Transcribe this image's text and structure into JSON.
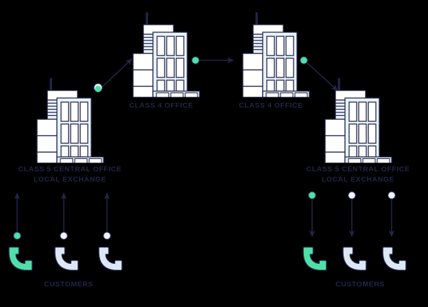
{
  "diagram": {
    "title": "Telephone network hierarchy diagram",
    "background_color": "#000000",
    "palette": {
      "text_navy": "#232447",
      "outline_navy": "#232447",
      "building_body": "#e8f2fa",
      "building_white": "#ffffff",
      "accent_teal": "#4fe0a8",
      "node_white": "#eef4fa",
      "phone_pale": "#dce9f4"
    },
    "nodes": [
      {
        "id": "class5-left",
        "label": "CLASS 5 CENTRAL OFFICE\nLOCAL EXCHANGE",
        "icon": "office-building-icon",
        "tier": "class-5"
      },
      {
        "id": "class4-left",
        "label": "CLASS 4 OFFICE",
        "icon": "office-building-icon",
        "tier": "class-4"
      },
      {
        "id": "class4-right",
        "label": "CLASS 4 OFFICE",
        "icon": "office-building-icon",
        "tier": "class-4"
      },
      {
        "id": "class5-right",
        "label": "CLASS 5 CENTRAL OFFICE\nLOCAL EXCHANGE",
        "icon": "office-building-icon",
        "tier": "class-5"
      },
      {
        "id": "customers-left",
        "label": "CUSTOMERS",
        "icon": "telephone-handset-icon",
        "tier": "customer",
        "count": 3
      },
      {
        "id": "customers-right",
        "label": "CUSTOMERS",
        "icon": "telephone-handset-icon",
        "tier": "customer",
        "count": 3
      }
    ],
    "connections": [
      {
        "id": "cust-left-1",
        "from": "customer-phone-1",
        "to": "class5-left",
        "direction": "up",
        "dot_color": "#4fe0a8"
      },
      {
        "id": "cust-left-2",
        "from": "customer-phone-2",
        "to": "class5-left",
        "direction": "up",
        "dot_color": "#eef4fa"
      },
      {
        "id": "cust-left-3",
        "from": "customer-phone-3",
        "to": "class5-left",
        "direction": "up",
        "dot_color": "#eef4fa"
      },
      {
        "id": "c5-to-c4-left",
        "from": "class5-left",
        "to": "class4-left",
        "direction": "up-right",
        "dot_color": "#4fe0a8"
      },
      {
        "id": "c4-to-c4",
        "from": "class4-left",
        "to": "class4-right",
        "direction": "right",
        "dot_color": "#4fe0a8"
      },
      {
        "id": "c4-to-c5-right",
        "from": "class4-right",
        "to": "class5-right",
        "direction": "down-right",
        "dot_color": "#4fe0a8"
      },
      {
        "id": "cust-right-1",
        "from": "class5-right",
        "to": "customer-phone-4",
        "direction": "down",
        "dot_color": "#4fe0a8"
      },
      {
        "id": "cust-right-2",
        "from": "class5-right",
        "to": "customer-phone-5",
        "direction": "down",
        "dot_color": "#eef4fa"
      },
      {
        "id": "cust-right-3",
        "from": "class5-right",
        "to": "customer-phone-6",
        "direction": "down",
        "dot_color": "#eef4fa"
      }
    ],
    "phones": [
      {
        "id": "customer-phone-1",
        "side": "left",
        "color": "#4fe0a8"
      },
      {
        "id": "customer-phone-2",
        "side": "left",
        "color": "#dce9f4"
      },
      {
        "id": "customer-phone-3",
        "side": "left",
        "color": "#dce9f4"
      },
      {
        "id": "customer-phone-4",
        "side": "right",
        "color": "#4fe0a8"
      },
      {
        "id": "customer-phone-5",
        "side": "right",
        "color": "#dce9f4"
      },
      {
        "id": "customer-phone-6",
        "side": "right",
        "color": "#dce9f4"
      }
    ]
  }
}
